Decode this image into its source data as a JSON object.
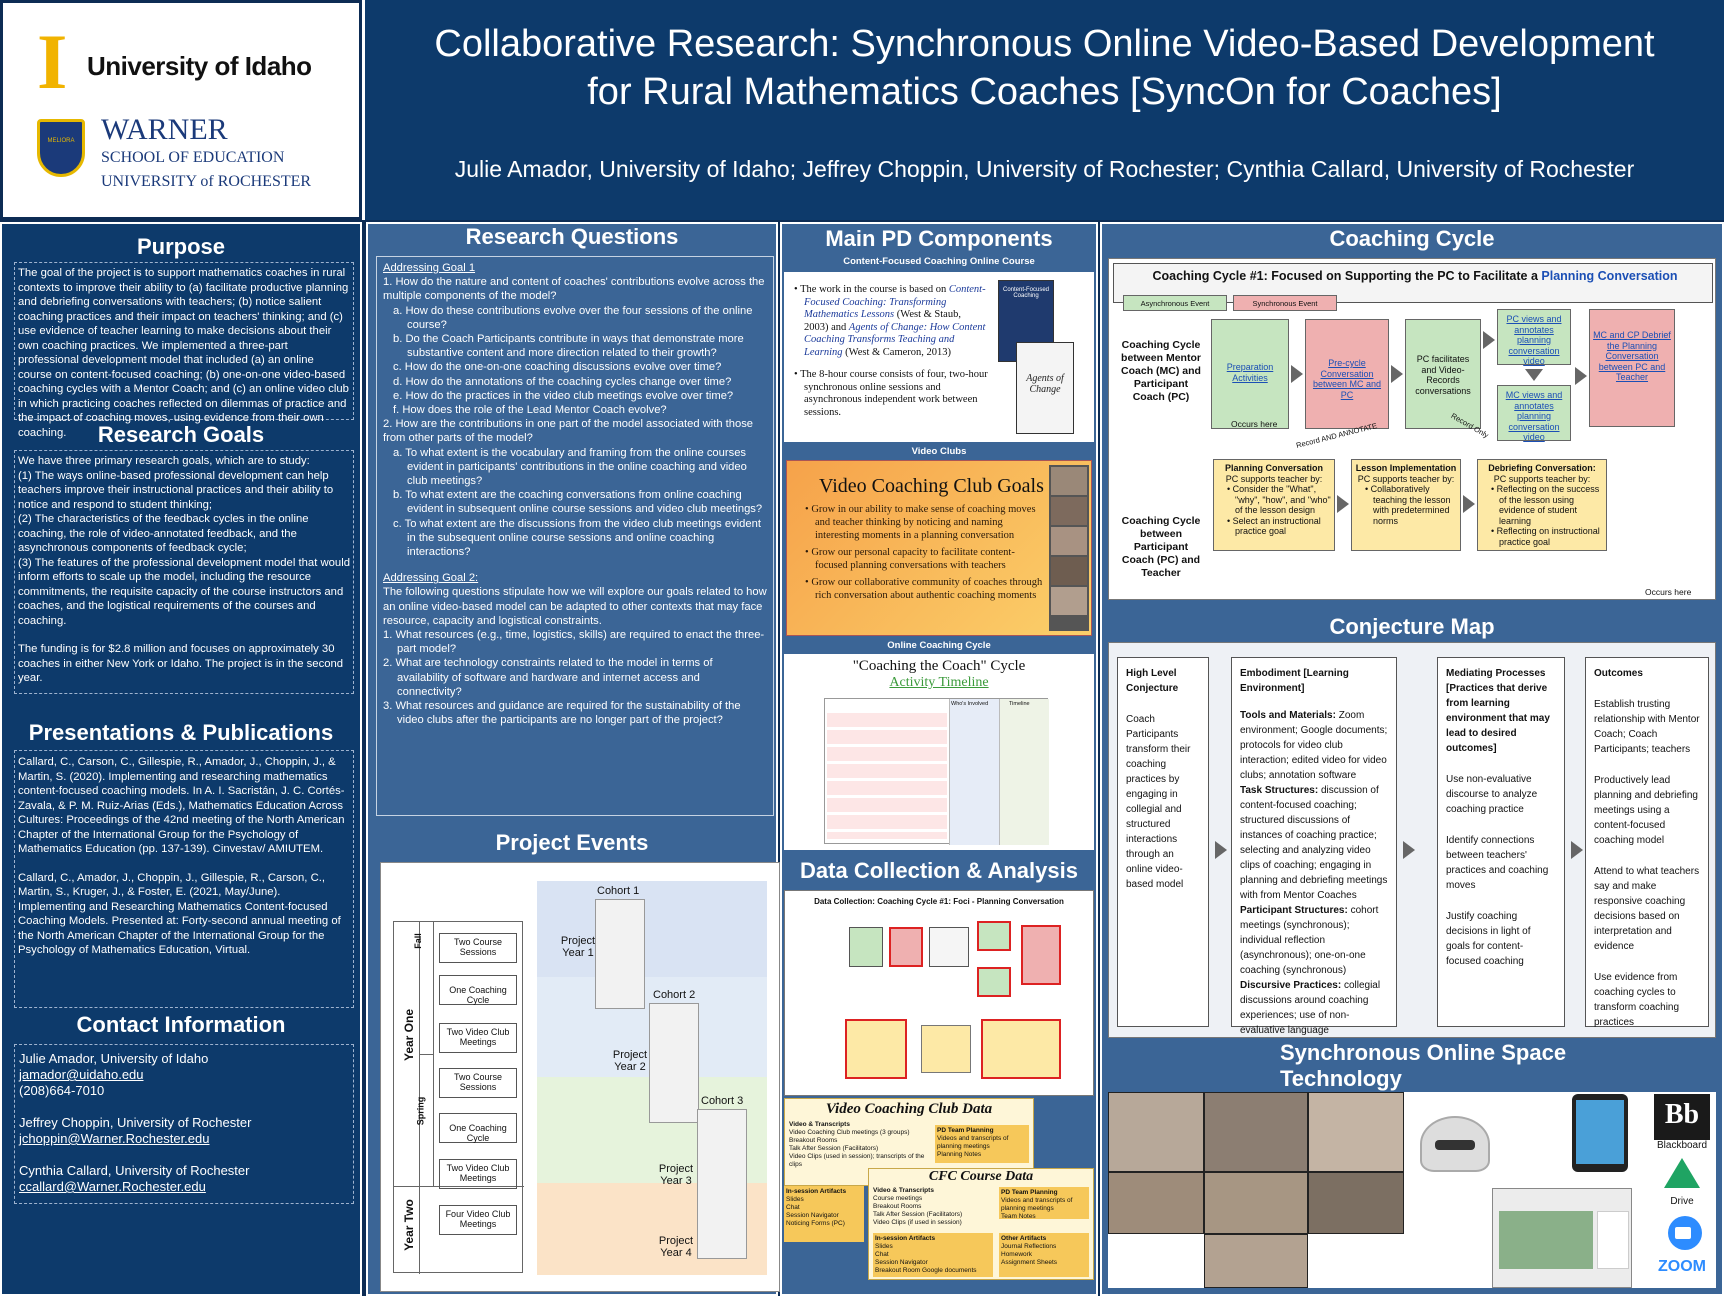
{
  "header": {
    "logo1": {
      "letter": "I",
      "text": "University of Idaho"
    },
    "logo2": {
      "motto": "MELIORA",
      "line1": "WARNER",
      "line2": "SCHOOL OF EDUCATION",
      "line3": "UNIVERSITY of ROCHESTER"
    },
    "title_line1": "Collaborative Research: Synchronous Online Video-Based Development",
    "title_line2": "for Rural Mathematics Coaches  [SyncOn for Coaches]",
    "authors": "Julie Amador, University of Idaho; Jeffrey Choppin, University of Rochester; Cynthia Callard, University of Rochester"
  },
  "purpose": {
    "heading": "Purpose",
    "text": "The goal of the project is to support mathematics coaches in rural contexts to improve their ability to (a) facilitate productive planning and debriefing conversations with teachers; (b) notice salient coaching practices and their impact on teachers' thinking; and (c) use evidence of teacher learning to make decisions about their own coaching practices. We implemented a three-part professional development model that included (a) an online course on content-focused coaching; (b) one-on-one video-based coaching cycles with a Mentor Coach; and (c) an online video club in which practicing coaches reflected on dilemmas of practice and the impact of coaching moves, using evidence from their own coaching."
  },
  "goals": {
    "heading": "Research Goals",
    "p1": "We have three primary research goals, which are to study:",
    "g1": "(1) The ways online-based professional development can help teachers improve their instructional practices and their ability to notice and respond to student thinking;",
    "g2": "(2) The characteristics of the feedback cycles in the online coaching, the role of video-annotated feedback, and the asynchronous components of feedback cycle;",
    "g3": "(3) The features of the professional development model that would inform efforts to scale up the model, including the resource commitments, the requisite capacity of the course instructors and coaches, and the logistical requirements of the courses and coaching.",
    "funding": "The funding is for $2.8 million and focuses on approximately 30 coaches in either New York or Idaho. The project is in the second year."
  },
  "pubs": {
    "heading": "Presentations & Publications",
    "p1": "Callard, C., Carson, C., Gillespie, R., Amador, J., Choppin, J., & Martin, S. (2020). Implementing and researching mathematics content-focused coaching models. In A. I. Sacristán, J. C. Cortés-Zavala, & P. M. Ruiz-Arias (Eds.), Mathematics Education Across Cultures: Proceedings of the 42nd meeting of the North American Chapter of the International Group for the Psychology of Mathematics Education (pp. 137-139). Cinvestav/ AMIUTEM.",
    "p2": "Callard, C., Amador, J., Choppin, J., Gillespie, R., Carson, C., Martin, S., Kruger, J., & Foster, E. (2021, May/June). Implementing and Researching Mathematics Content-focused Coaching Models. Presented at: Forty-second annual meeting of the North American Chapter of the International Group for the Psychology of Mathematics Education, Virtual."
  },
  "contact": {
    "heading": "Contact Information",
    "c1_name": "Julie Amador, University of Idaho",
    "c1_email": "jamador@uidaho.edu",
    "c1_phone": "(208)664-7010",
    "c2_name": "Jeffrey Choppin, University of Rochester",
    "c2_email": "jchoppin@Warner.Rochester.edu",
    "c3_name": "Cynthia Callard, University of Rochester",
    "c3_email": "ccallard@Warner.Rochester.edu"
  },
  "rq": {
    "heading": "Research Questions",
    "g1_label": "Addressing Goal 1",
    "q1": "1. How do the nature and content of coaches' contributions evolve across the multiple components of the model?",
    "q1a": "a.  How do these contributions evolve over the four sessions of the online course?",
    "q1b": "b.  Do the Coach Participants contribute in ways that demonstrate more substantive content and more direction related to their growth?",
    "q1c": "c.  How do the one-on-one coaching discussions evolve over time?",
    "q1d": "d.  How do the annotations of the coaching cycles change over time?",
    "q1e": "e.  How do the practices in the video club meetings evolve over time?",
    "q1f": "f.   How does the role of the Lead Mentor Coach evolve?",
    "q2": "2. How are the contributions in one part of the model associated with those from other parts of the model?",
    "q2a": "a.  To what extent is the vocabulary and framing from the online courses evident in participants' contributions in the online coaching and video club meetings?",
    "q2b": "b.  To what extent are the coaching conversations from online coaching evident in subsequent online course sessions and video club meetings?",
    "q2c": "c.  To what extent are the discussions from the video club meetings evident in the subsequent online course sessions and online coaching interactions?",
    "g2_label": "Addressing Goal 2:",
    "g2_intro": "The following questions stipulate how we will explore our goals related to how an online video-based model can be adapted to other contexts that may face resource, capacity and logistical constraints.",
    "g2q1": "1.  What resources (e.g., time, logistics, skills) are required to enact the three-part model?",
    "g2q2": "2.  What are technology constraints related to the model in terms of availability of software and hardware and internet access and connectivity?",
    "g2q3": "3.  What resources and guidance are required for the sustainability of the video clubs after the participants are no longer part of the project?"
  },
  "events": {
    "heading": "Project Events",
    "year_one": "Year One",
    "year_two": "Year Two",
    "fall": "Fall",
    "spring": "Spring",
    "items": [
      "Two Course Sessions",
      "One Coaching Cycle",
      "Two Video Club Meetings",
      "Two Course Sessions",
      "One Coaching Cycle",
      "Two Video Club Meetings",
      "Four Video Club Meetings"
    ],
    "cohort1": "Cohort 1",
    "cohort2": "Cohort 2",
    "cohort3": "Cohort 3",
    "py1": "Project Year 1",
    "py2": "Project Year 2",
    "py3": "Project Year 3",
    "py4": "Project Year 4"
  },
  "pd": {
    "heading": "Main PD Components",
    "course_label": "Content-Focused Coaching Online Course",
    "bullet1_a": "The work in the course is based on ",
    "bullet1_b": "Content-Focused Coaching: Transforming Mathematics Lessons",
    "bullet1_c": " (West & Staub, 2003) and ",
    "bullet1_d": "Agents of Change: How Content Coaching Transforms Teaching and Learning",
    "bullet1_e": " (West & Cameron, 2013)",
    "bullet2": "The 8-hour course consists of four, two-hour synchronous online sessions and asynchronous independent work between sessions.",
    "book1": "Content-Focused Coaching",
    "book2": "Agents of Change",
    "clubs_label": "Video Clubs",
    "vcg_title": "Video Coaching Club Goals",
    "vcg1": "Grow in our ability to make sense of coaching moves and teacher thinking by noticing and naming interesting moments in a planning conversation",
    "vcg2": "Grow our personal capacity to facilitate content-focused planning conversations with teachers",
    "vcg3": "Grow our collaborative community of coaches through rich conversation about authentic coaching moments",
    "occ_label": "Online Coaching Cycle",
    "occ_title": "\"Coaching the Coach\" Cycle",
    "occ_sub": "Activity Timeline",
    "occ_cols": [
      "Who's Involved",
      "Timeline"
    ]
  },
  "dca": {
    "heading": "Data Collection & Analysis",
    "dc_title": "Data Collection: Coaching Cycle #1: Foci - Planning Conversation",
    "vccd_title": "Video Coaching Club Data",
    "vccd_a": "Video & Transcripts",
    "vccd_a1": "Video Coaching Club meetings (3 groups)",
    "vccd_a2": "Breakout Rooms",
    "vccd_a3": "Talk After Session (Facilitators)",
    "vccd_a4": "Video Clips (used in session); transcripts of the clips",
    "vccd_b": "PD Team Planning",
    "vccd_b1": "Videos and transcripts of planning meetings",
    "vccd_b2": "Planning Notes",
    "vccd_c": "In-session Artifacts",
    "vccd_c1": "Slides",
    "vccd_c2": "Chat",
    "vccd_c3": "Session Navigator",
    "vccd_c4": "Noticing Forms (PC)",
    "cfc_title": "CFC Course Data",
    "cfc_a": "Video & Transcripts",
    "cfc_a1": "Course meetings",
    "cfc_a2": "Breakout Rooms",
    "cfc_a3": "Talk After Session (Facilitators)",
    "cfc_a4": "Video Clips (if used in session)",
    "cfc_b": "PD Team Planning",
    "cfc_b1": "Videos and transcripts of planning meetings",
    "cfc_b2": "Team Notes",
    "cfc_c": "In-session Artifacts",
    "cfc_c1": "Slides",
    "cfc_c2": "Chat",
    "cfc_c3": "Session Navigator",
    "cfc_c4": "Breakout Room Google documents",
    "cfc_d": "Other Artifacts",
    "cfc_d1": "Journal Reflections",
    "cfc_d2": "Homework",
    "cfc_d3": "Assignment Sheets"
  },
  "cc": {
    "heading": "Coaching Cycle",
    "title_a": "Coaching Cycle #1: Focused on Supporting the PC to Facilitate a ",
    "title_b": "Planning Conversation",
    "legend_async": "Asynchronous Event",
    "legend_sync": "Synchronous Event",
    "row1_label": "Coaching Cycle between Mentor Coach (MC) and Participant Coach (PC)",
    "row2_label": "Coaching Cycle between Participant Coach (PC) and Teacher",
    "b_prep": "Preparation Activities",
    "b_precycle": "Pre-cycle Conversation between MC and PC",
    "b_facil": "PC facilitates and Video-Records conversations",
    "b_pcviews": "PC views and annotates planning conversation video",
    "b_mcviews": "MC views and annotates planning conversation video",
    "b_debrief": "MC and CP Debrief the Planning Conversation between PC and Teacher",
    "occurs_here1": "Occurs here",
    "occurs_here2": "Occurs here",
    "record_annotate": "Record AND ANNOTATE",
    "record_only": "Record Only",
    "p_title": "Planning Conversation",
    "p_sub": "PC supports teacher by:",
    "p1": "Consider the \"What\", \"why\", \"how\", and \"who\" of the lesson design",
    "p2": "Select an instructional practice goal",
    "l_title": "Lesson Implementation",
    "l_sub": "PC supports teacher by:",
    "l1": "Collaboratively teaching the lesson with predetermined norms",
    "d_title": "Debriefing Conversation:",
    "d_sub": "PC supports teacher by:",
    "d1": "Reflecting on the success of the lesson using evidence of student learning",
    "d2": "Reflecting on instructional practice goal"
  },
  "cm": {
    "heading": "Conjecture Map",
    "col1_h": "High Level Conjecture",
    "col1": "Coach Participants transform their coaching practices by engaging in collegial and structured interactions through an online video-based model",
    "col2_h": "Embodiment [Learning Environment]",
    "col2_tm_h": "Tools and Materials:",
    "col2_tm": " Zoom environment; Google documents; protocols for video club interaction; edited video for video clubs; annotation software",
    "col2_ts_h": "Task Structures:",
    "col2_ts": " discussion of content-focused coaching; structured discussions of instances of coaching practice; selecting and analyzing video clips of coaching; engaging in planning and debriefing meetings with from Mentor Coaches",
    "col2_ps_h": "Participant Structures:",
    "col2_ps": " cohort meetings (synchronous); individual reflection (asynchronous); one-on-one coaching (synchronous)",
    "col2_dp_h": "Discursive Practices:",
    "col2_dp": " collegial discussions around coaching experiences; use of non-evaluative language",
    "col3_h": "Mediating Processes [Practices that derive from learning environment that may lead to desired outcomes]",
    "col3_a": "Use non-evaluative discourse to analyze coaching practice",
    "col3_b": "Identify connections between teachers' practices and coaching moves",
    "col3_c": "Justify coaching decisions in light of goals for content-focused coaching",
    "col4_h": "Outcomes",
    "col4_a": "Establish trusting relationship with Mentor Coach; Coach Participants; teachers",
    "col4_b": "Productively lead planning and debriefing meetings using a content-focused coaching model",
    "col4_c": "Attend to what teachers say and make responsive coaching decisions based on interpretation and evidence",
    "col4_d": "Use evidence from coaching cycles to transform coaching practices"
  },
  "sos": {
    "heading1": "Synchronous Online Space",
    "heading2": "Technology",
    "bb": "Bb",
    "bb_label": "Blackboard",
    "drive_label": "Drive",
    "zoom_label": "ZOOM"
  }
}
